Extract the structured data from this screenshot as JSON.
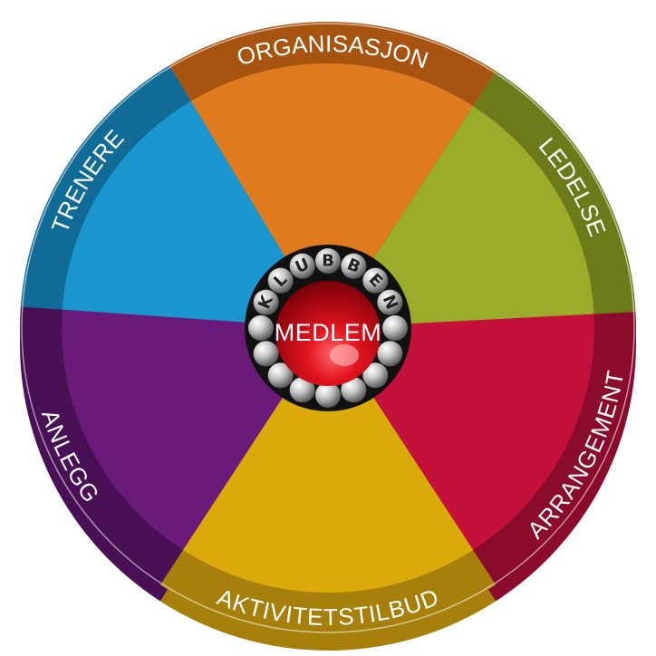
{
  "center": {
    "label": "MEDLEM",
    "color": "#c8101e"
  },
  "ring": {
    "word": "KLUBBEN"
  },
  "segments": [
    {
      "id": "organisasjon",
      "label": "ORGANISASJON",
      "face": "#e07a1f",
      "rim": "#a85411"
    },
    {
      "id": "ledelse",
      "label": "LEDELSE",
      "face": "#9bab2a",
      "rim": "#6c7a1a"
    },
    {
      "id": "arrangement",
      "label": "ARRANGEMENT",
      "face": "#c4113c",
      "rim": "#8a0b2b"
    },
    {
      "id": "aktivitetstilbud",
      "label": "AKTIVITETSTILBUD",
      "face": "#d9aa0a",
      "rim": "#a6800b"
    },
    {
      "id": "anlegg",
      "label": "ANLEGG",
      "face": "#6a1a78",
      "rim": "#4a1055"
    },
    {
      "id": "trenere",
      "label": "TRENERE",
      "face": "#1b97cf",
      "rim": "#106b96"
    }
  ]
}
